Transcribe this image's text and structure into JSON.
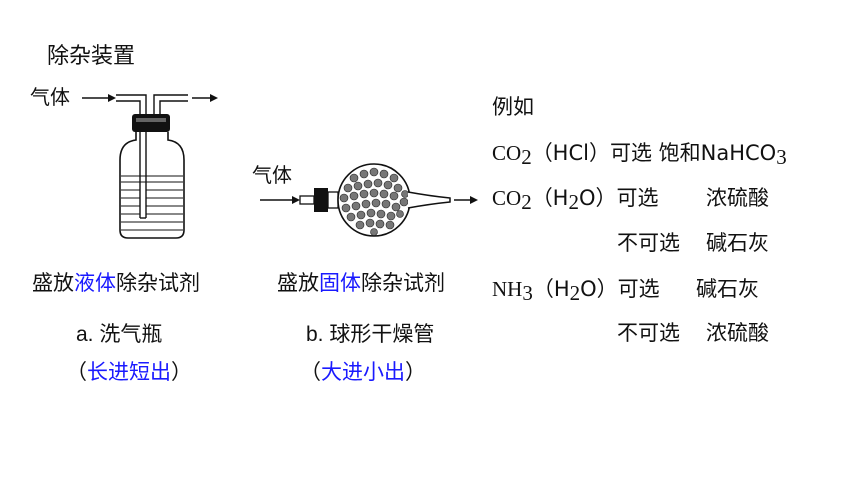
{
  "heading": "除杂装置",
  "gas_label": "气体",
  "bottle": {
    "caption_pre": "盛放",
    "caption_blue": "液体",
    "caption_post": "除杂试剂",
    "name": "a. 洗气瓶",
    "rule_open": "（",
    "rule_blue": "长进短出",
    "rule_close": "）"
  },
  "tube": {
    "caption_pre": "盛放",
    "caption_blue": "固体",
    "caption_post": "除杂试剂",
    "name": "b. 球形干燥管",
    "rule_open": "（",
    "rule_blue": "大进小出",
    "rule_close": "）"
  },
  "examples": {
    "title": "例如",
    "r1": {
      "a": "CO",
      "a_sub": "2",
      "mid": "（HCl）可选 饱和NaHCO",
      "mid_sub": "3"
    },
    "r2": {
      "a": "CO",
      "a_sub": "2",
      "p1": "（H",
      "p_sub": "2",
      "p2": "O）可选",
      "reagent": "浓硫酸"
    },
    "r3": {
      "label": "不可选",
      "reagent": "碱石灰"
    },
    "r4": {
      "a": "NH",
      "a_sub": "3",
      "p1": "（H",
      "p_sub": "2",
      "p2": "O）可选",
      "reagent": "碱石灰"
    },
    "r5": {
      "label": "不可选",
      "reagent": "浓硫酸"
    }
  }
}
